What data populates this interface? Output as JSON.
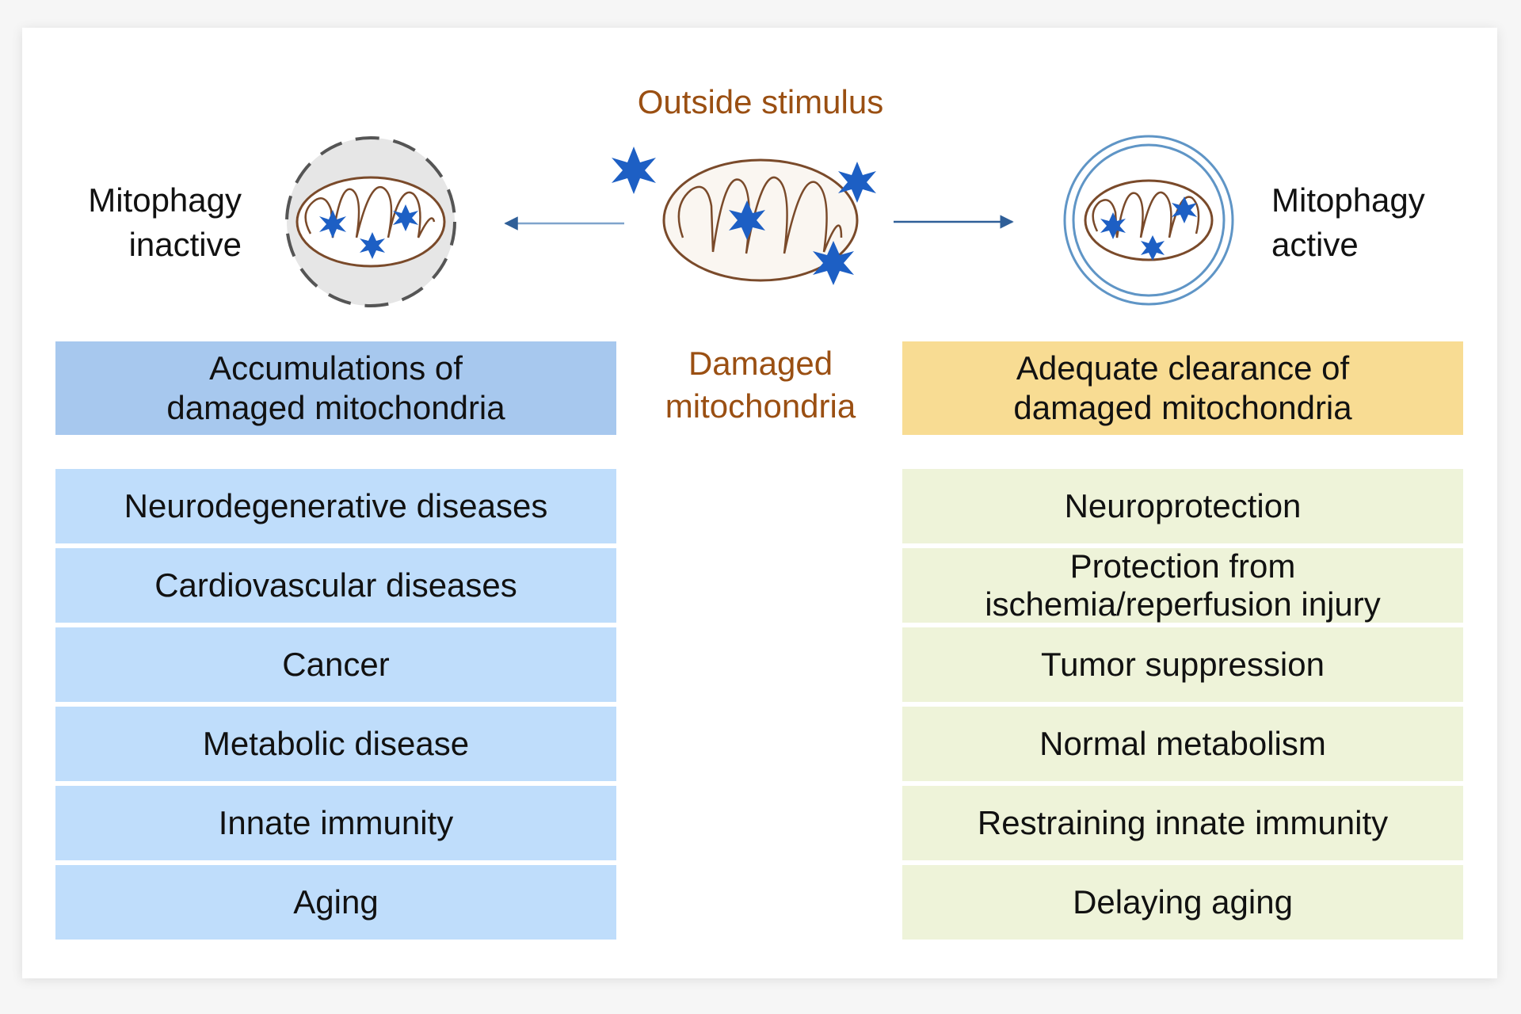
{
  "outside_stimulus": "Outside stimulus",
  "damaged_mitochondria": "Damaged\nmitochondria",
  "left": {
    "label": "Mitophagy\ninactive",
    "header": "Accumulations of\ndamaged mitochondria",
    "items": [
      "Neurodegenerative diseases",
      "Cardiovascular diseases",
      "Cancer",
      "Metabolic disease",
      "Innate immunity",
      "Aging"
    ]
  },
  "right": {
    "label": "Mitophagy\nactive",
    "header": "Adequate clearance of\ndamaged mitochondria",
    "items": [
      "Neuroprotection",
      "Protection from\nischemia/reperfusion injury",
      "Tumor suppression",
      "Normal metabolism",
      "Restraining innate immunity",
      "Delaying aging"
    ]
  },
  "colors": {
    "left_header": "#a7c8ee",
    "left_rows": "#bfddfb",
    "right_header": "#f8dc93",
    "right_rows": "#eef3d9",
    "accent_text": "#9a4f12",
    "damage_marker": "#1d5fc4",
    "arrow": "#2f5f98"
  }
}
